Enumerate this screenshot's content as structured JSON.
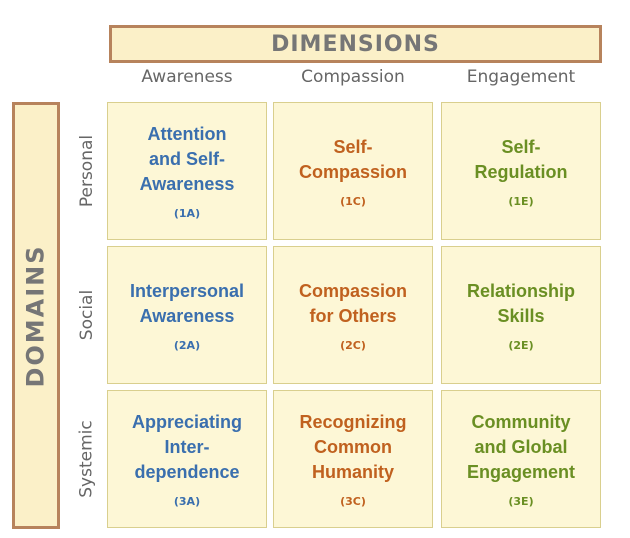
{
  "dimensions_label": "DIMENSIONS",
  "domains_label": "DOMAINS",
  "columns": [
    "Awareness",
    "Compassion",
    "Engagement"
  ],
  "rows": [
    "Personal",
    "Social",
    "Systemic"
  ],
  "cells": [
    [
      {
        "title": "Attention and Self-Awareness",
        "code": "(1A)"
      },
      {
        "title": "Self-Compassion",
        "code": "(1C)"
      },
      {
        "title": "Self-Regulation",
        "code": "(1E)"
      }
    ],
    [
      {
        "title": "Interpersonal Awareness",
        "code": "(2A)"
      },
      {
        "title": "Compassion for Others",
        "code": "(2C)"
      },
      {
        "title": "Relationship Skills",
        "code": "(2E)"
      }
    ],
    [
      {
        "title": "Appreciating Inter-dependence",
        "code": "(3A)"
      },
      {
        "title": "Recognizing Common Humanity",
        "code": "(3C)"
      },
      {
        "title": "Community and Global Engagement",
        "code": "(3E)"
      }
    ]
  ],
  "colors": {
    "awareness": "#3a6fae",
    "compassion": "#c0611f",
    "engagement": "#6a8f23",
    "banner_border": "#b7835c",
    "cell_fill": "#fdf7d6"
  }
}
